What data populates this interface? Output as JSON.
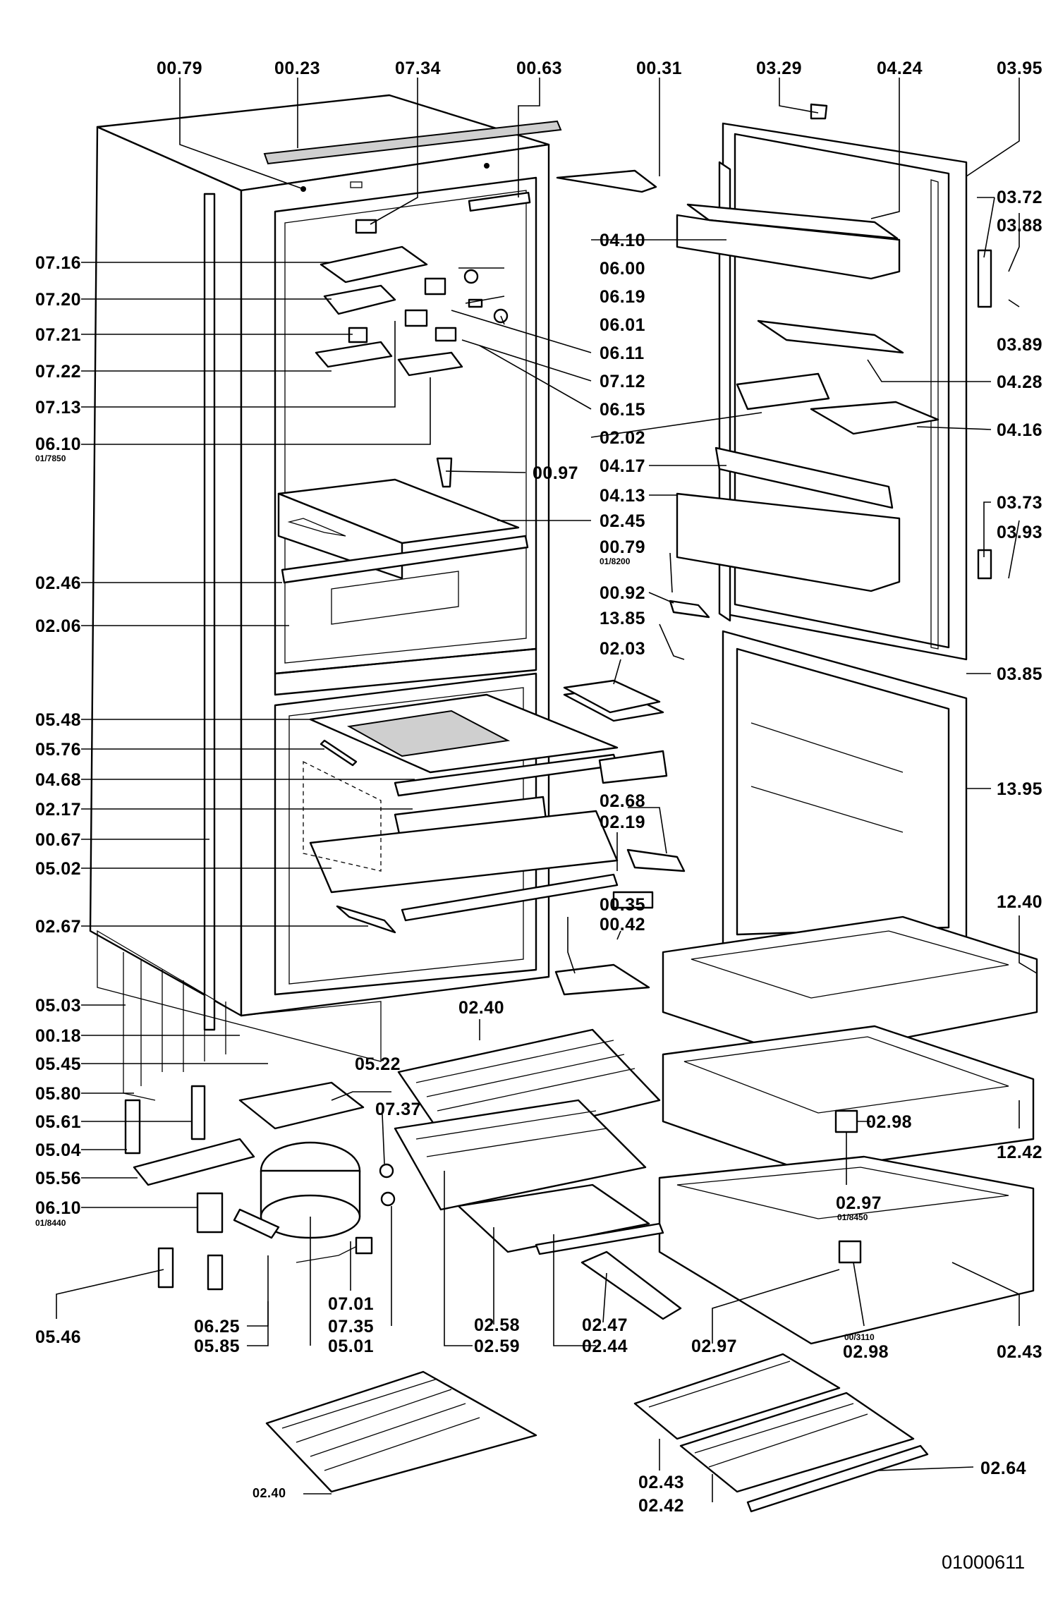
{
  "document_number": "01000611",
  "labels": {
    "top_0079": "00.79",
    "top_0023": "00.23",
    "top_0734": "07.34",
    "top_0063": "00.63",
    "top_0031": "00.31",
    "top_0329": "03.29",
    "top_0424": "04.24",
    "top_0395": "03.95",
    "l_0716": "07.16",
    "l_0720": "07.20",
    "l_0721": "07.21",
    "l_0722": "07.22",
    "l_0713": "07.13",
    "l_0610a": "06.10",
    "l_0610a_sub": "01/7850",
    "l_0246": "02.46",
    "l_0206": "02.06",
    "l_0548": "05.48",
    "l_0576": "05.76",
    "l_0468": "04.68",
    "l_0217": "02.17",
    "l_0067": "00.67",
    "l_0502": "05.02",
    "l_0267": "02.67",
    "l_0503": "05.03",
    "l_0018": "00.18",
    "l_0545": "05.45",
    "l_0580": "05.80",
    "l_0561": "05.61",
    "l_0504": "05.04",
    "l_0556": "05.56",
    "l_0610b": "06.10",
    "l_0610b_sub": "01/8440",
    "l_0546": "05.46",
    "c_0600": "06.00",
    "c_0619": "06.19",
    "c_0601": "06.01",
    "c_0611": "06.11",
    "c_0712": "07.12",
    "c_0615": "06.15",
    "c_0097": "00.97",
    "c_0245": "02.45",
    "c_0410": "04.10",
    "c_0202": "02.02",
    "c_0417": "04.17",
    "c_0413": "04.13",
    "c_0079b": "00.79",
    "c_0079b_sub": "01/8200",
    "c_0092": "00.92",
    "c_1385": "13.85",
    "c_0203": "02.03",
    "c_0268": "02.68",
    "c_0219": "02.19",
    "c_0035": "00.35",
    "c_0042": "00.42",
    "c_0240": "02.40",
    "c_0522": "05.22",
    "c_0737": "07.37",
    "r_0372": "03.72",
    "r_0388": "03.88",
    "r_0389": "03.89",
    "r_0428": "04.28",
    "r_0416": "04.16",
    "r_0373": "03.73",
    "r_0393": "03.93",
    "r_0385": "03.85",
    "r_1395": "13.95",
    "r_1240": "12.40",
    "r_0298": "02.98",
    "r_1242": "12.42",
    "r_0297": "02.97",
    "r_0297_sub": "01/8450",
    "b_0625": "06.25",
    "b_0585": "05.85",
    "b_0701": "07.01",
    "b_0735": "07.35",
    "b_0501": "05.01",
    "b_0258": "02.58",
    "b_0259": "02.59",
    "b_0247": "02.47",
    "b_0244": "02.44",
    "b_0297": "02.97",
    "b_0298": "02.98",
    "b_0298_sub": "00/3110",
    "b_0243": "02.43",
    "bb_0240": "02.40",
    "bb_0243": "02.43",
    "bb_0242": "02.42",
    "bb_0264": "02.64"
  }
}
